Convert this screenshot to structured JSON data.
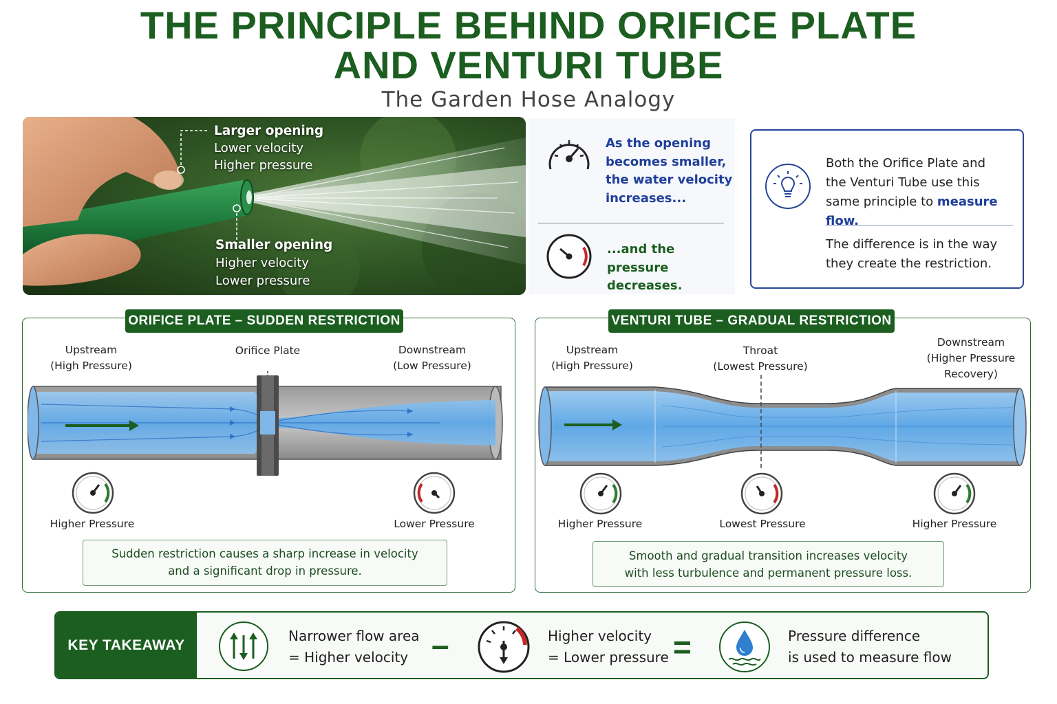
{
  "title": {
    "line1": "THE PRINCIPLE BEHIND ORIFICE PLATE",
    "line2": "AND VENTURI TUBE",
    "subtitle": "The Garden Hose Analogy"
  },
  "photo": {
    "larger": {
      "head": "Larger opening",
      "l1": "Lower velocity",
      "l2": "Higher pressure"
    },
    "smaller": {
      "head": "Smaller opening",
      "l1": "Higher velocity",
      "l2": "Lower pressure"
    }
  },
  "middle": {
    "velocity_lines": [
      "As the opening",
      "becomes smaller,",
      "the water velocity",
      "increases..."
    ],
    "pressure_lines": [
      "...and the pressure",
      "decreases."
    ]
  },
  "info": {
    "p1_line1": "Both the Orifice Plate and",
    "p1_line2": "the Venturi Tube use this",
    "p1_line3_pre": "same principle to ",
    "p1_line3_em": "measure flow.",
    "p2_line1": "The difference is in the way",
    "p2_line2": "they create the restriction."
  },
  "orifice": {
    "title": "ORIFICE PLATE – SUDDEN RESTRICTION",
    "upstream": [
      "Upstream",
      "(High Pressure)"
    ],
    "plate": "Orifice Plate",
    "downstream": [
      "Downstream",
      "(Low Pressure)"
    ],
    "gauge_left": "Higher Pressure",
    "gauge_right": "Lower Pressure",
    "caption": [
      "Sudden restriction causes a sharp increase in velocity",
      "and a significant drop in pressure."
    ]
  },
  "venturi": {
    "title": "VENTURI TUBE – GRADUAL RESTRICTION",
    "upstream": [
      "Upstream",
      "(High Pressure)"
    ],
    "throat": [
      "Throat",
      "(Lowest Pressure)"
    ],
    "downstream": [
      "Downstream",
      "(Higher Pressure",
      "Recovery)"
    ],
    "gauge_left": "Higher Pressure",
    "gauge_mid": "Lowest Pressure",
    "gauge_right": "Higher Pressure",
    "caption": [
      "Smooth and gradual transition increases velocity",
      "with less turbulence and permanent pressure loss."
    ]
  },
  "takeaway": {
    "head": "KEY TAKEAWAY",
    "item1": [
      "Narrower flow area",
      "= Higher velocity"
    ],
    "op1": "–",
    "item2": [
      "Higher velocity",
      "= Lower pressure"
    ],
    "op2": "=",
    "item3": [
      "Pressure difference",
      "is used to measure flow"
    ]
  },
  "colors": {
    "green": "#1b5e20",
    "blue": "#1f3f9a",
    "water": "#4a9ee0",
    "gauge_red": "#c62828",
    "gauge_green": "#2e7d32"
  },
  "icons": [
    "gauge-icon",
    "lightbulb-icon",
    "arrow-right-icon",
    "flow-arrows-icon",
    "water-drop-icon"
  ]
}
